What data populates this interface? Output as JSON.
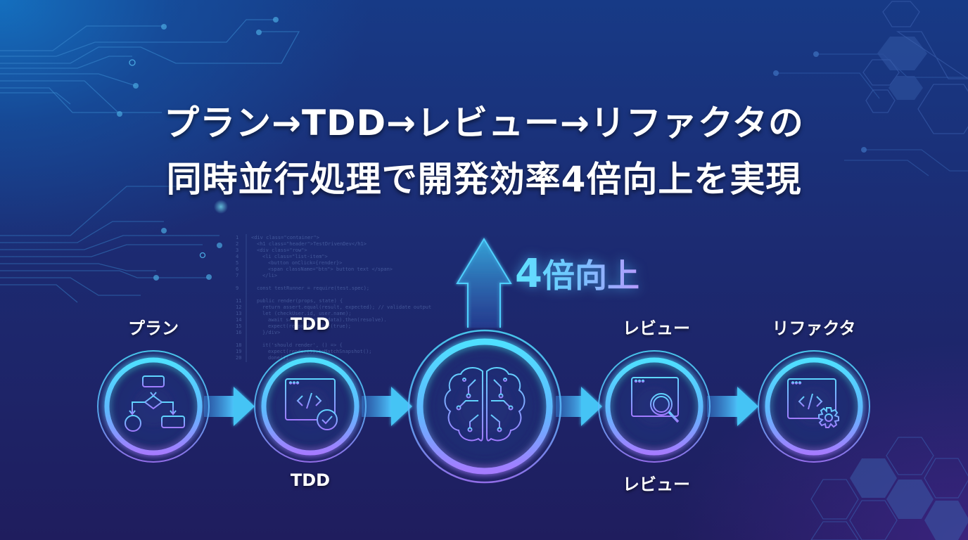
{
  "title": {
    "line1": "プラン→TDD→レビュー→リファクタの",
    "line2": "同時並行処理で開発効率4倍向上を実現"
  },
  "boost": {
    "number": "4",
    "text": "倍向上"
  },
  "steps": [
    {
      "id": "plan",
      "label_top": "プラン",
      "label_bottom": "",
      "icon": "flowchart-icon"
    },
    {
      "id": "tdd",
      "label_top": "TDD",
      "label_bottom": "TDD",
      "icon": "code-window-check-icon"
    },
    {
      "id": "ai-core",
      "label_top": "",
      "label_bottom": "",
      "icon": "brain-circuit-icon"
    },
    {
      "id": "review",
      "label_top": "レビュー",
      "label_bottom": "レビュー",
      "icon": "code-review-magnifier-icon"
    },
    {
      "id": "refactor",
      "label_top": "リファクタ",
      "label_bottom": "",
      "icon": "code-window-gear-icon"
    }
  ],
  "colors": {
    "accent_cyan": "#4fd8ff",
    "accent_violet": "#a07bff",
    "text": "#ffffff",
    "bg_dark": "#1f1d5e",
    "bg_blue": "#173a86"
  }
}
